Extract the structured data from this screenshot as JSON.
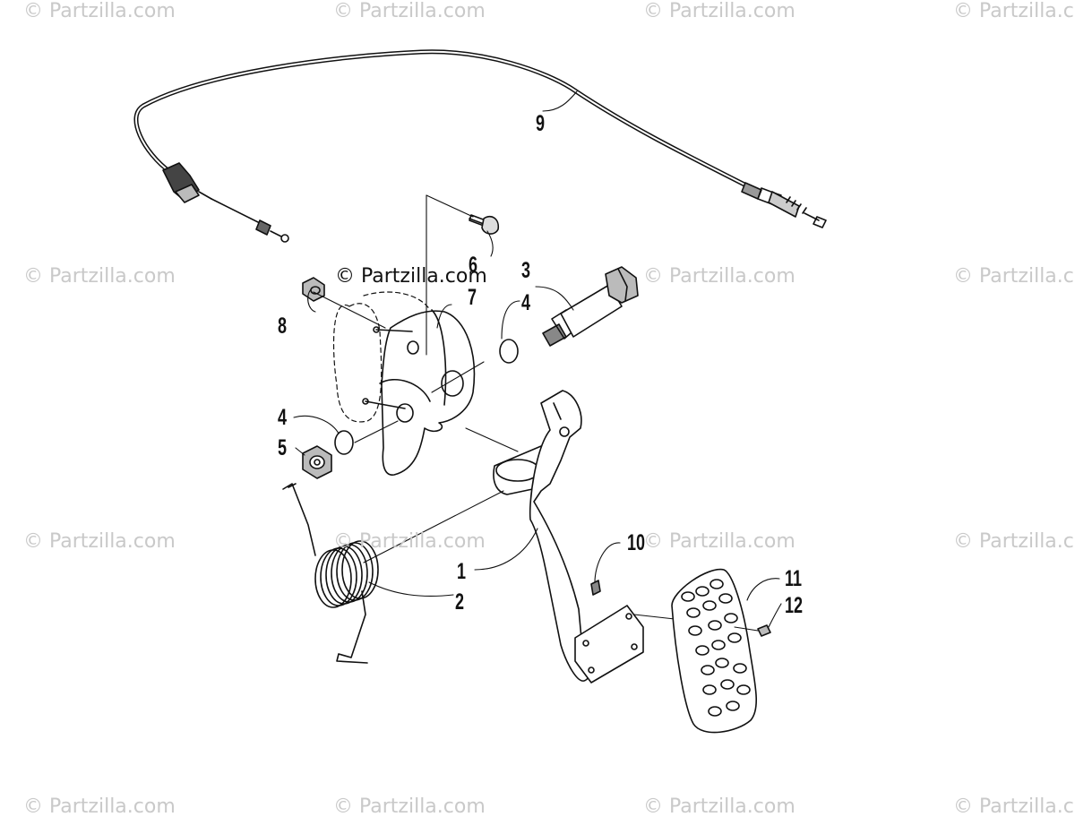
{
  "watermark": "© Partzilla.com",
  "center_watermark": "© Partzilla.com",
  "callouts": {
    "c1": "1",
    "c2": "2",
    "c3": "3",
    "c4a": "4",
    "c4b": "4",
    "c5": "5",
    "c6": "6",
    "c7": "7",
    "c8": "8",
    "c9": "9",
    "c10": "10",
    "c11": "11",
    "c12": "12"
  }
}
